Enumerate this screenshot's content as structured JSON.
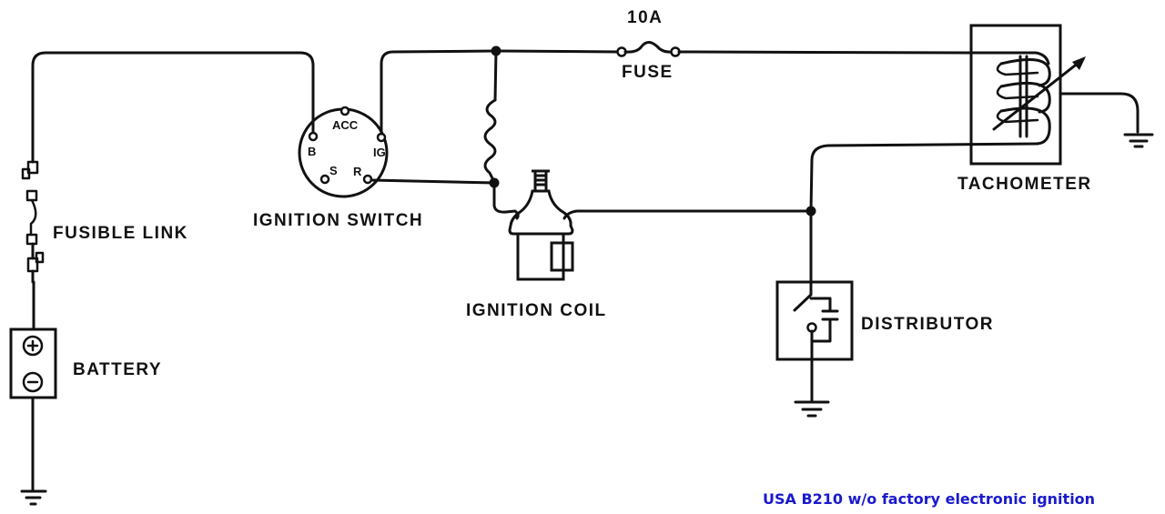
{
  "diagram": {
    "type": "wiring-schematic",
    "caption": "USA B210 w/o factory electronic ignition",
    "caption_color": "#1a1acc",
    "components": {
      "battery": {
        "label": "BATTERY",
        "positive": "+",
        "negative": "−"
      },
      "fusible_link": {
        "label": "FUSIBLE LINK"
      },
      "ignition_switch": {
        "label": "IGNITION SWITCH",
        "terminals": {
          "b": "B",
          "acc": "ACC",
          "ig": "IG",
          "s": "S",
          "r": "R"
        }
      },
      "fuse": {
        "label": "FUSE",
        "rating": "10A"
      },
      "ballast_resistor": {
        "label": ""
      },
      "ignition_coil": {
        "label": "IGNITION COIL"
      },
      "tachometer": {
        "label": "TACHOMETER"
      },
      "distributor": {
        "label": "DISTRIBUTOR"
      }
    },
    "connections": [
      {
        "from": "battery+",
        "to": "fusible-link"
      },
      {
        "from": "fusible-link",
        "to": "ignition-switch.B"
      },
      {
        "from": "ignition-switch.IG",
        "to": "junction-top"
      },
      {
        "from": "junction-top",
        "to": "fuse"
      },
      {
        "from": "fuse",
        "to": "tachometer"
      },
      {
        "from": "junction-top",
        "to": "ballast-resistor"
      },
      {
        "from": "ignition-switch.R",
        "to": "junction-resistor"
      },
      {
        "from": "ballast-resistor",
        "to": "ignition-coil+"
      },
      {
        "from": "ignition-coil-",
        "to": "junction-distributor"
      },
      {
        "from": "tachometer",
        "to": "junction-distributor"
      },
      {
        "from": "junction-distributor",
        "to": "distributor"
      },
      {
        "from": "distributor",
        "to": "ground"
      },
      {
        "from": "tachometer",
        "to": "ground"
      },
      {
        "from": "battery-",
        "to": "ground"
      }
    ]
  }
}
